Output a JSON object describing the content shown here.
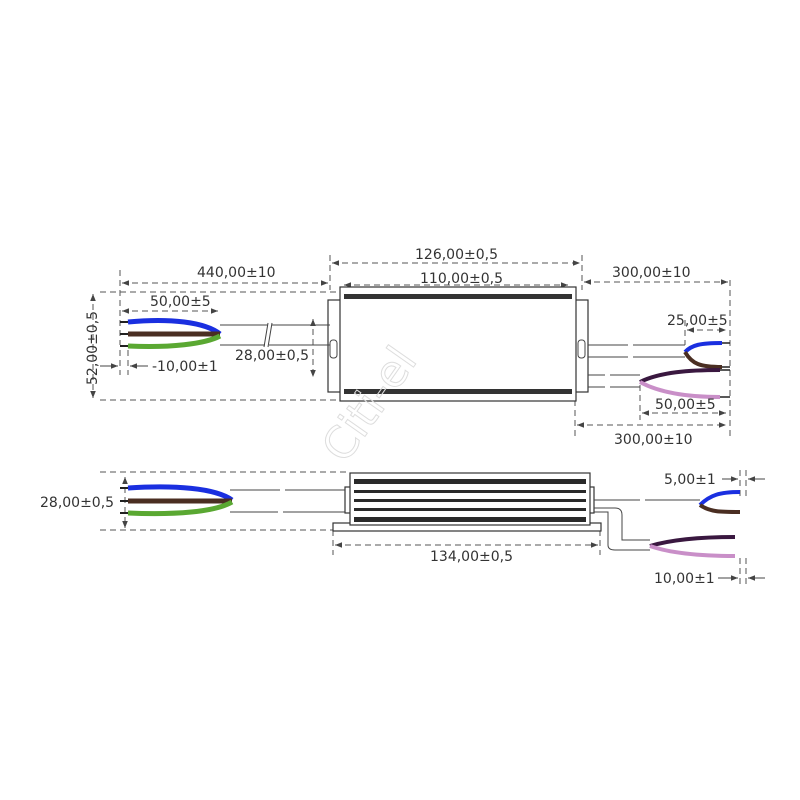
{
  "watermark": "Citi-el",
  "top_view": {
    "dim_total_length": "440,00±10",
    "dim_housing_length": "126,00±0,5",
    "dim_inner_length": "110,00±0,5",
    "dim_output_cable": "300,00±10",
    "dim_strip_left": "50,00±5",
    "dim_height": "52,00±0,5",
    "dim_mount_spacing": "28,00±0,5",
    "dim_wire_tip": "-10,00±1",
    "dim_strip_right_top": "25,00±5",
    "dim_strip_right_bottom": "50,00±5",
    "dim_output_cable_bottom": "300,00±10"
  },
  "side_view": {
    "dim_height": "28,00±0,5",
    "dim_base_length": "134,00±0,5",
    "dim_tip_top": "5,00±1",
    "dim_tip_bottom": "10,00±1"
  },
  "colors": {
    "blue": "#1a2fe0",
    "brown": "#4a2e22",
    "green": "#5aa832",
    "purple": "#3a1840",
    "pink": "#c98fc8"
  }
}
